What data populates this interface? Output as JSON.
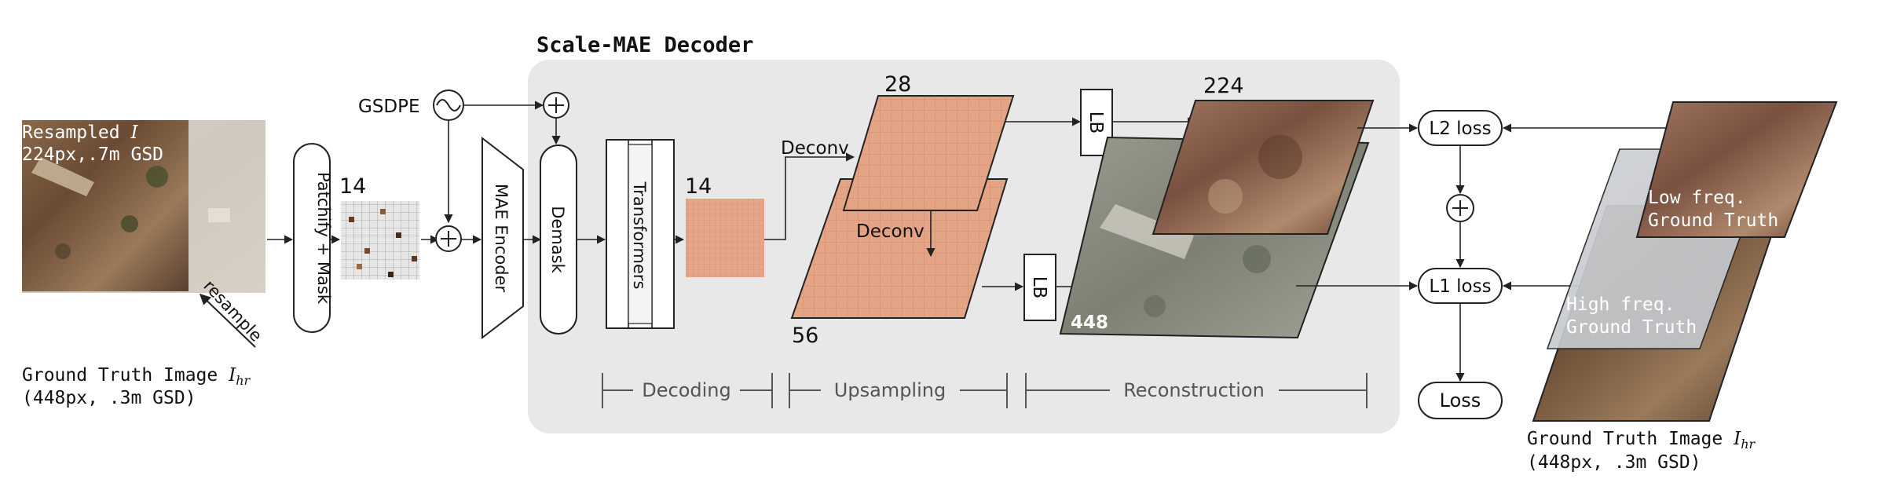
{
  "title": "Scale-MAE Decoder",
  "input": {
    "resampled_caption_prefix": "Resampled ",
    "resampled_symbol": "I",
    "resampled_detail": "224px,.7m GSD",
    "resample_label": "resample",
    "gt_caption_prefix": "Ground Truth Image ",
    "gt_symbol": "I",
    "gt_subscript": "hr",
    "gt_detail": "(448px, .3m GSD)"
  },
  "encoder": {
    "patchify_label": "Patchify + Mask",
    "patch_grid_size": "14",
    "gsdpe_label": "GSDPE",
    "encoder_label": "MAE Encoder",
    "demask_label": "Demask",
    "transformers_label": "Transformers",
    "token_grid_size": "14"
  },
  "upsampling": {
    "deconv_top_label": "Deconv",
    "deconv_mid_label": "Deconv",
    "small_map_size": "28",
    "large_map_size": "56",
    "lb_top_label": "LB",
    "lb_bottom_label": "LB",
    "out_small_size": "224",
    "out_large_size": "448"
  },
  "stages": {
    "decoding": "Decoding",
    "upsampling": "Upsampling",
    "reconstruction": "Reconstruction"
  },
  "losses": {
    "l2": "L2 loss",
    "l1": "L1 loss",
    "loss": "Loss"
  },
  "ground_truth": {
    "low_freq_line1": "Low freq.",
    "low_freq_line2": "Ground Truth",
    "high_freq_line1": "High freq.",
    "high_freq_line2": "Ground Truth",
    "caption_prefix": "Ground Truth Image ",
    "symbol": "I",
    "subscript": "hr",
    "detail": "(448px, .3m GSD)"
  },
  "colors": {
    "panel": "#e8e8e8",
    "feature_map": "#e3a585",
    "token_grid": "#e7a68a",
    "grid_line": "#b86a4a",
    "stroke": "#222222",
    "stage_text": "#555555"
  }
}
